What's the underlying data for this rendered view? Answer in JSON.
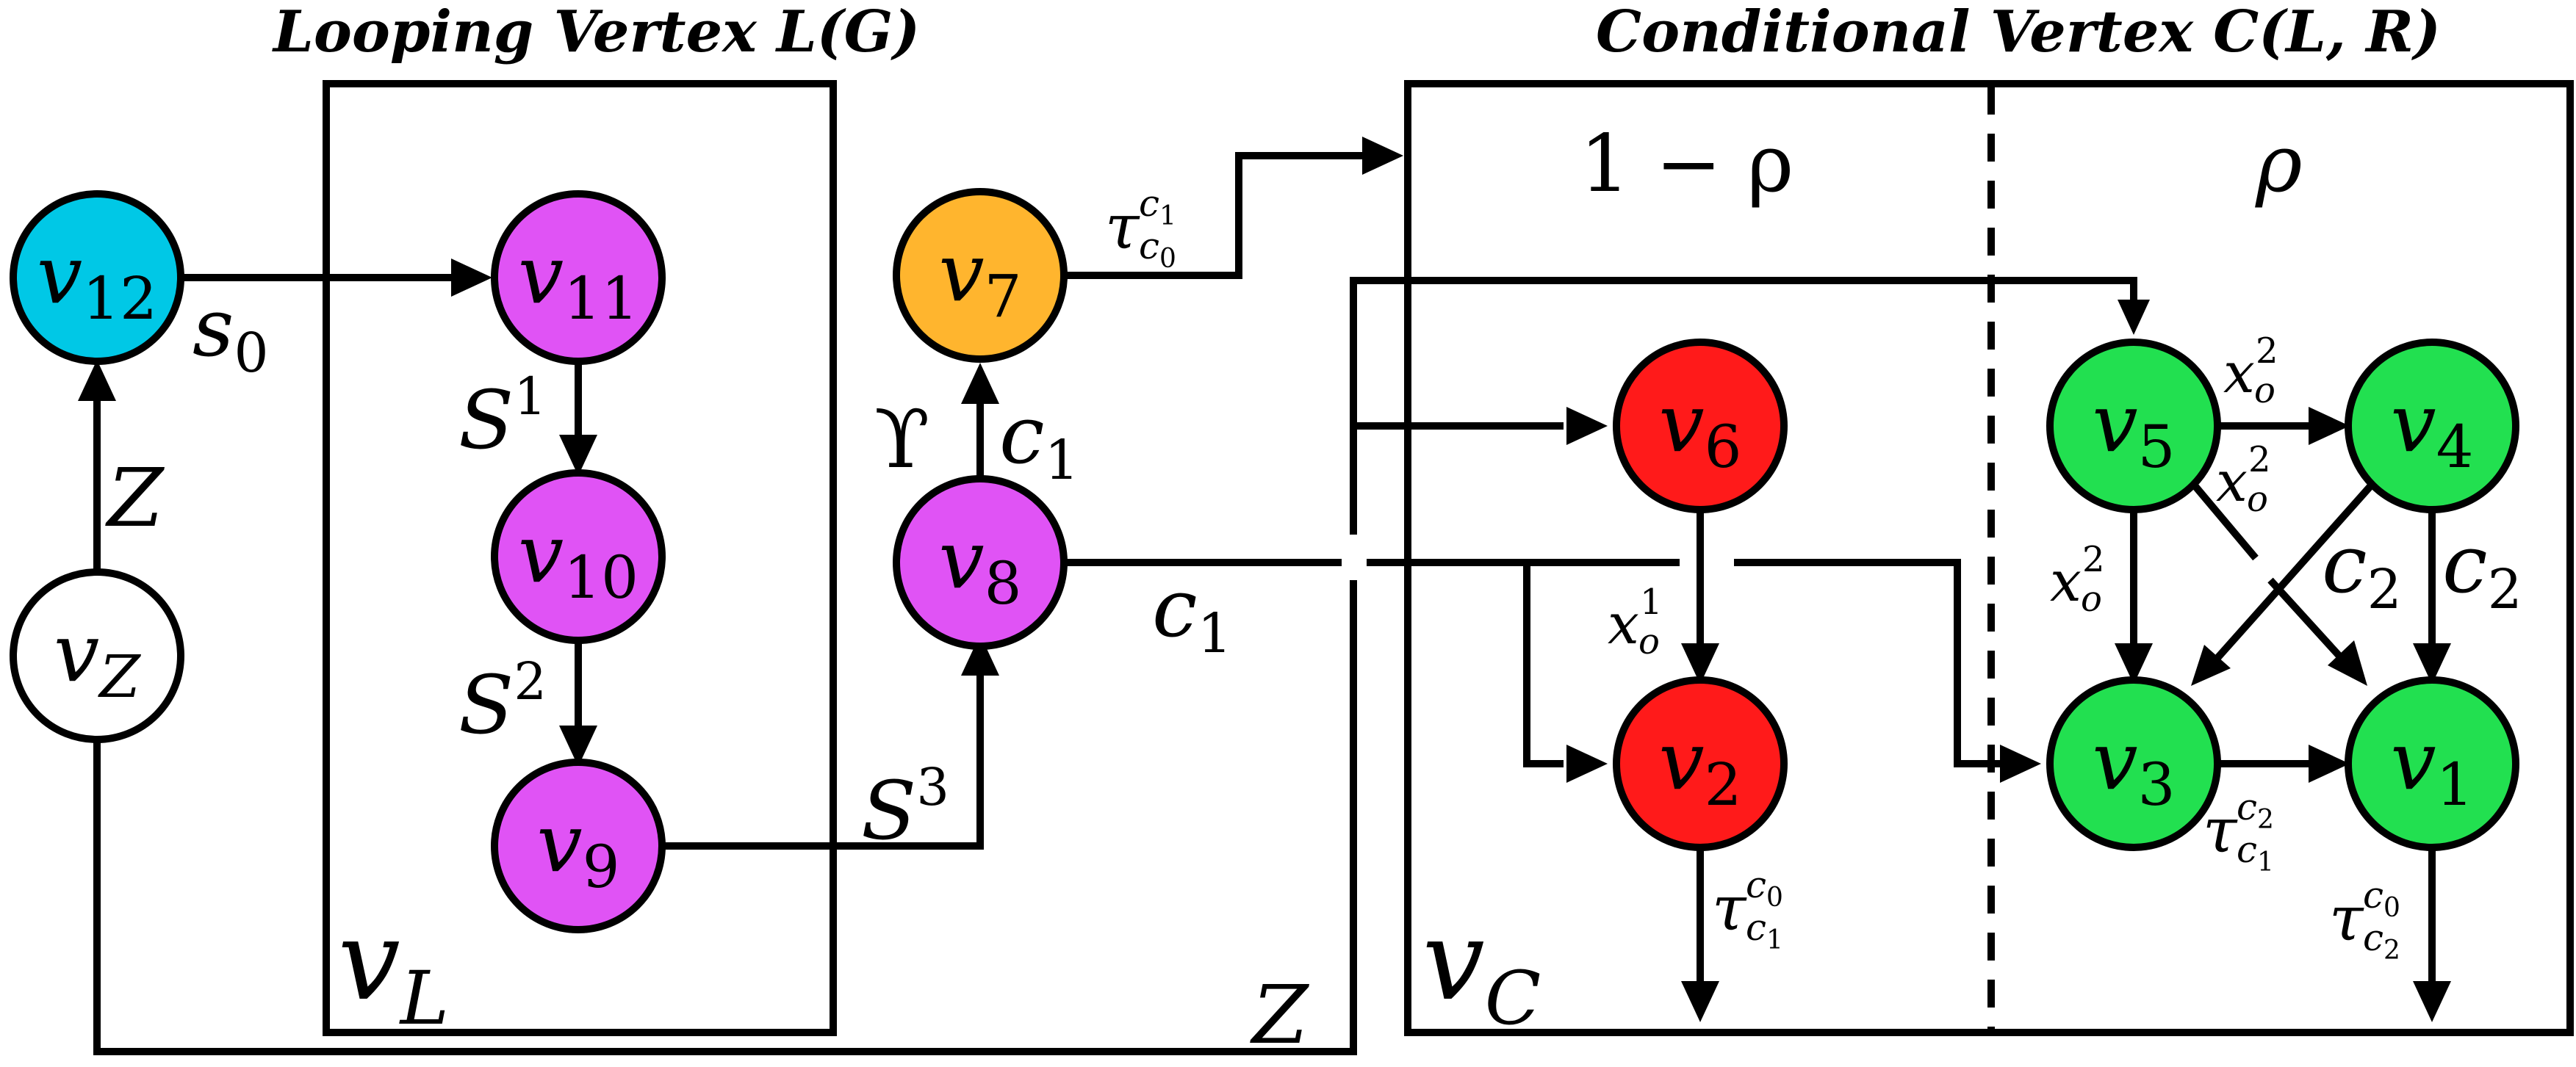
{
  "titles": {
    "looping": "Looping Vertex L(G)",
    "conditional": "Conditional Vertex C(L, R)"
  },
  "regions": {
    "left_prob": "1 − ρ",
    "right_prob": "ρ"
  },
  "containers": {
    "looping_label": {
      "base": "v",
      "sub": "L"
    },
    "conditional_label": {
      "base": "v",
      "sub": "C"
    }
  },
  "colors": {
    "cyan": "#00c8e6",
    "magenta": "#e053f5",
    "orange": "#ffb52e",
    "red": "#ff1a1a",
    "green": "#22e050",
    "white": "#ffffff"
  },
  "nodes": {
    "v12": {
      "base": "v",
      "sub": "12",
      "color": "cyan"
    },
    "vZ": {
      "base": "v",
      "sub": "Z",
      "color": "white"
    },
    "v11": {
      "base": "v",
      "sub": "11",
      "color": "magenta"
    },
    "v10": {
      "base": "v",
      "sub": "10",
      "color": "magenta"
    },
    "v9": {
      "base": "v",
      "sub": "9",
      "color": "magenta"
    },
    "v8": {
      "base": "v",
      "sub": "8",
      "color": "magenta"
    },
    "v7": {
      "base": "v",
      "sub": "7",
      "color": "orange"
    },
    "v6": {
      "base": "v",
      "sub": "6",
      "color": "red"
    },
    "v2": {
      "base": "v",
      "sub": "2",
      "color": "red"
    },
    "v5": {
      "base": "v",
      "sub": "5",
      "color": "green"
    },
    "v4": {
      "base": "v",
      "sub": "4",
      "color": "green"
    },
    "v3": {
      "base": "v",
      "sub": "3",
      "color": "green"
    },
    "v1": {
      "base": "v",
      "sub": "1",
      "color": "green"
    }
  },
  "edge_labels": {
    "s0": {
      "base": "s",
      "sub": "0"
    },
    "Z_up": "Z",
    "Z_bottom": "Z",
    "S1": {
      "base": "S",
      "sup": "1"
    },
    "S2": {
      "base": "S",
      "sup": "2"
    },
    "S3": {
      "base": "S",
      "sup": "3"
    },
    "upsilon": "ϒ",
    "c1_up": {
      "base": "c",
      "sub": "1"
    },
    "c1_main": {
      "base": "c",
      "sub": "1"
    },
    "tau_v7": {
      "base": "τ",
      "sup": "c",
      "supsub": "1",
      "sub": "c",
      "subsub": "0"
    },
    "xo1": {
      "base": "x",
      "sup": "1",
      "sub": "o"
    },
    "tau_v2": {
      "base": "τ",
      "sup": "c",
      "supsub": "0",
      "sub": "c",
      "subsub": "1"
    },
    "xo2_top": {
      "base": "x",
      "sup": "2",
      "sub": "o"
    },
    "xo2_diag": {
      "base": "x",
      "sup": "2",
      "sub": "o"
    },
    "xo2_down": {
      "base": "x",
      "sup": "2",
      "sub": "o"
    },
    "c2_diag": {
      "base": "c",
      "sub": "2"
    },
    "c2_down": {
      "base": "c",
      "sub": "2"
    },
    "tau_v3": {
      "base": "τ",
      "sup": "c",
      "supsub": "2",
      "sub": "c",
      "subsub": "1"
    },
    "tau_v1": {
      "base": "τ",
      "sup": "c",
      "supsub": "0",
      "sub": "c",
      "subsub": "2"
    }
  }
}
